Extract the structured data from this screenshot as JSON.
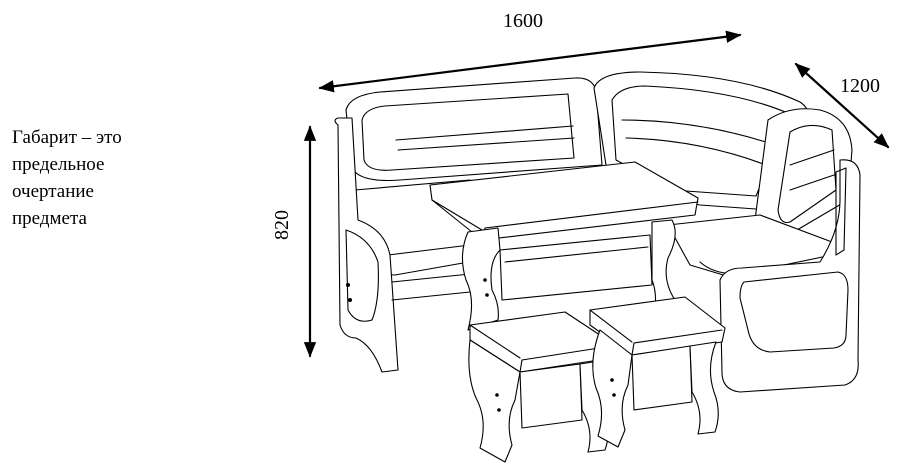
{
  "caption": {
    "lines": [
      "Габарит – это",
      "предельное",
      "очертание",
      "предмета"
    ]
  },
  "dimensions": {
    "width": "1600",
    "depth": "1200",
    "height": "820"
  }
}
